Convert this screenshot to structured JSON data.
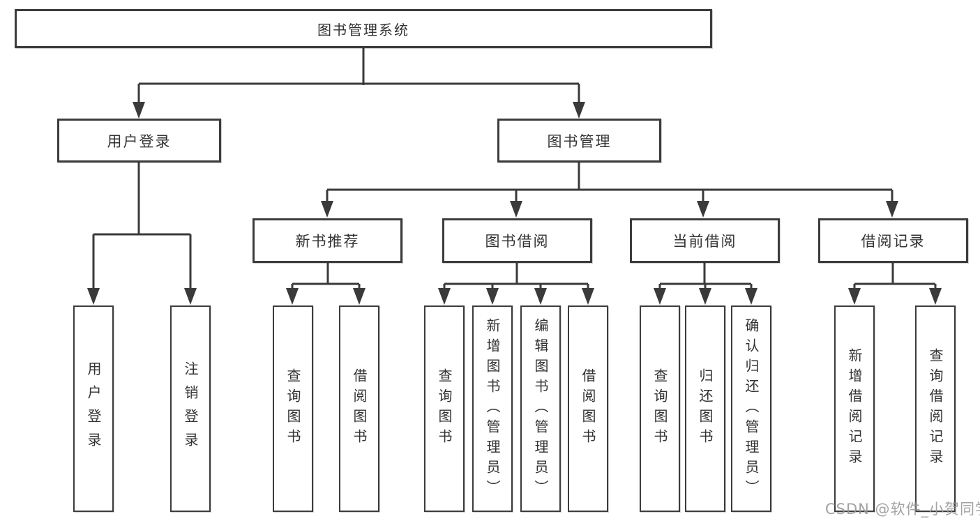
{
  "diagram": {
    "root": {
      "label": "图书管理系统"
    },
    "branches": [
      {
        "label": "用户登录",
        "children": [
          {
            "label": "用户登录"
          },
          {
            "label": "注销登录"
          }
        ]
      },
      {
        "label": "图书管理",
        "children": [
          {
            "label": "新书推荐",
            "children": [
              {
                "label": "查询图书"
              },
              {
                "label": "借阅图书"
              }
            ]
          },
          {
            "label": "图书借阅",
            "children": [
              {
                "label": "查询图书"
              },
              {
                "label": "新增图书（管理员）"
              },
              {
                "label": "编辑图书（管理员）"
              },
              {
                "label": "借阅图书"
              }
            ]
          },
          {
            "label": "当前借阅",
            "children": [
              {
                "label": "查询图书"
              },
              {
                "label": "归还图书"
              },
              {
                "label": "确认归还（管理员）"
              }
            ]
          },
          {
            "label": "借阅记录",
            "children": [
              {
                "label": "新增借阅记录"
              },
              {
                "label": "查询借阅记录"
              }
            ]
          }
        ]
      }
    ]
  },
  "watermark": {
    "text": "CSDN @软件_小贺同学"
  },
  "colors": {
    "background": "#ffffff",
    "line": "#3a3a3a",
    "box_border": "#3c3c3c",
    "text": "#333333",
    "watermark": "#969696"
  }
}
